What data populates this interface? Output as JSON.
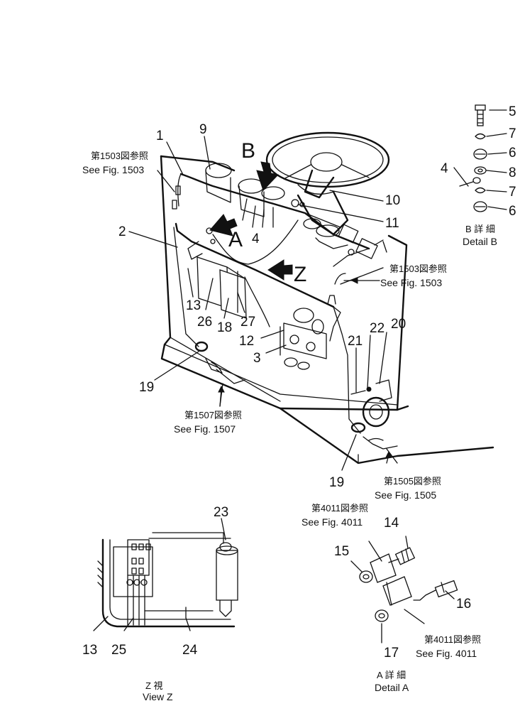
{
  "callouts": {
    "n1": "1",
    "n2": "2",
    "n3": "3",
    "n4a": "4",
    "n4b": "4",
    "n5": "5",
    "n6a": "6",
    "n6b": "6",
    "n7a": "7",
    "n7b": "7",
    "n8": "8",
    "n9": "9",
    "n10": "10",
    "n11": "11",
    "n12": "12",
    "n13a": "13",
    "n13b": "13",
    "n14": "14",
    "n15": "15",
    "n16": "16",
    "n17": "17",
    "n18": "18",
    "n19a": "19",
    "n19b": "19",
    "n20": "20",
    "n21": "21",
    "n22": "22",
    "n23": "23",
    "n24": "24",
    "n25": "25",
    "n26": "26",
    "n27": "27"
  },
  "view_markers": {
    "a": "A",
    "b": "B",
    "z": "Z"
  },
  "references": {
    "fig1503_left_jp": "第1503図参照",
    "fig1503_left_en": "See Fig. 1503",
    "fig1503_right_jp": "第1503図参照",
    "fig1503_right_en": "See Fig. 1503",
    "fig1507_jp": "第1507図参照",
    "fig1507_en": "See Fig. 1507",
    "fig1505_jp": "第1505図参照",
    "fig1505_en": "See Fig. 1505",
    "fig4011_top_jp": "第4011図参照",
    "fig4011_top_en": "See Fig. 4011",
    "fig4011_bot_jp": "第4011図参照",
    "fig4011_bot_en": "See Fig. 4011"
  },
  "captions": {
    "detail_b_jp": "B 詳 細",
    "detail_b_en": "Detail B",
    "detail_a_jp": "A 詳 細",
    "detail_a_en": "Detail A",
    "view_z_jp": "Z 視",
    "view_z_en": "View Z"
  }
}
